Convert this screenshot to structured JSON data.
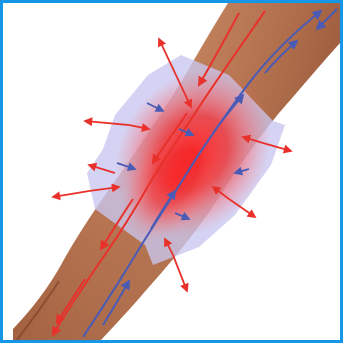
{
  "colors": {
    "frame_border": "#1596e6",
    "background": "#ffffff",
    "skin_light": "#d9a27e",
    "skin_mid": "#b8734f",
    "skin_dark": "#7a3f26",
    "inflammation_red": "#ee1d1d",
    "arterial_arrows": "#e8312b",
    "venous_arrows": "#4a5bb5",
    "bandage_lavender": "#c9c6ef"
  },
  "illustration": {
    "subject": "forearm",
    "overlays": [
      "red-inflamed-area",
      "lavender-compression-wrap",
      "red-outward-arrows",
      "red-artery-flow-lines",
      "blue-vein-flow-lines"
    ]
  }
}
